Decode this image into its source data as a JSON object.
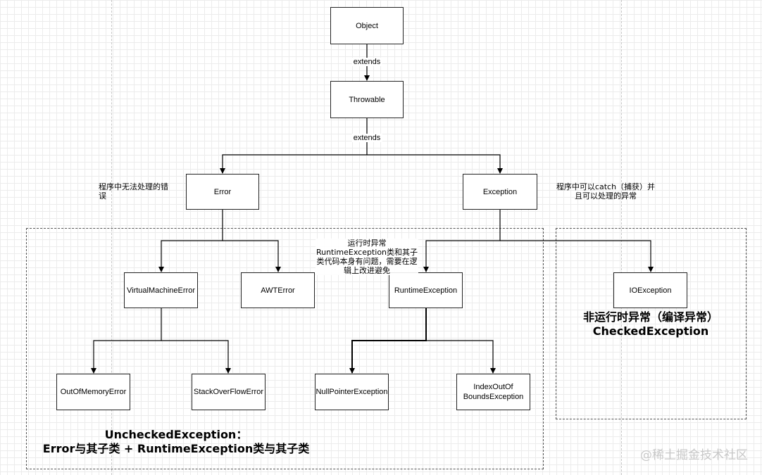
{
  "nodes": {
    "object": "Object",
    "throwable": "Throwable",
    "error": "Error",
    "exception": "Exception",
    "vm_error": "VirtualMachineError",
    "awt_error": "AWTError",
    "runtime_exception": "RuntimeException",
    "io_exception": "IOException",
    "oom_error": "OutOfMemoryError",
    "so_error": "StackOverFlowError",
    "npe": "NullPointerException",
    "ioob": "IndexOutOf\nBoundsException"
  },
  "edge_labels": {
    "object_throwable": "extends",
    "throwable_children": "extends"
  },
  "notes": {
    "error_note": "程序中无法处理的错\n误",
    "exception_note": "程序中可以catch（捕获）并\n且可以处理的异常",
    "runtime_note": "运行时异常\nRuntimeException类和其子\n类代码本身有问题，需要在逻\n辑上改进避免"
  },
  "regions": {
    "unchecked": "UncheckedException：\nError与其子类 + RuntimeException类与其子类",
    "checked": "非运行时异常（编译异常）\nCheckedException"
  },
  "watermark": "@稀土掘金技术社区"
}
